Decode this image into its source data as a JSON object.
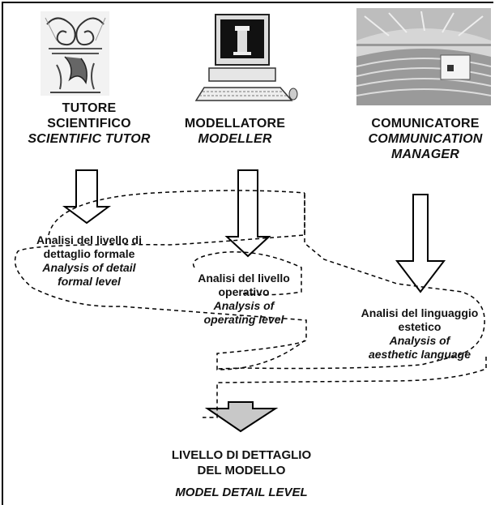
{
  "roles": {
    "tutor": {
      "name": "TUTORE SCIENTIFICO",
      "line1": "TUTORE",
      "line2": "SCIENTIFICO",
      "translation": "SCIENTIFIC TUTOR"
    },
    "modeller": {
      "name": "MODELLATORE",
      "translation": "MODELLER"
    },
    "communicator": {
      "name": "COMUNICATORE",
      "translation_line1": "COMMUNICATION",
      "translation_line2": "MANAGER"
    }
  },
  "analyses": {
    "formal": {
      "line1": "Analisi del livello di",
      "line2": "dettaglio formale",
      "translation_line1": "Analysis of detail",
      "translation_line2": "formal level"
    },
    "operative": {
      "line1": "Analisi del livello",
      "line2": "operativo",
      "translation_line1": "Analysis of",
      "translation_line2": "operating level"
    },
    "aesthetic": {
      "line1": "Analisi del linguaggio",
      "line2": "estetico",
      "translation_line1": "Analysis of",
      "translation_line2": "aesthetic language"
    }
  },
  "result": {
    "line1": "LIVELLO DI DETTAGLIO",
    "line2": "DEL MODELLO",
    "translation": "MODEL DETAIL LEVEL"
  },
  "colors": {
    "arrow_fill": "#ffffff",
    "result_arrow_fill": "#c8c8c8",
    "line": "#000000"
  },
  "icons": {
    "tutor": "ornate-capital-sketch-icon",
    "modeller": "computer-workstation-icon",
    "communicator": "conference-hall-icon"
  }
}
